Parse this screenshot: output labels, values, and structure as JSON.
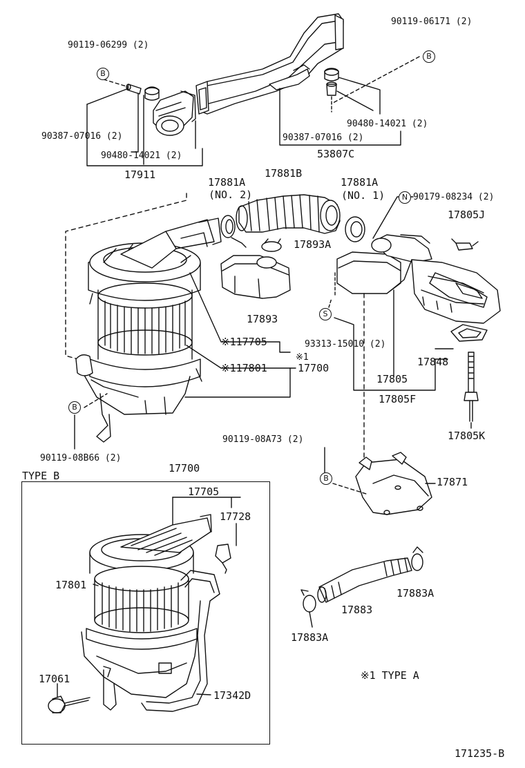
{
  "callouts": {
    "p90119_06299": "90119-06299 (2)",
    "p90387_07016_l": "90387-07016 (2)",
    "p90480_14021_l": "90480-14021 (2)",
    "p17911": "17911",
    "p90119_06171": "90119-06171 (2)",
    "p90480_14021_r": "90480-14021 (2)",
    "p90387_07016_r": "90387-07016 (2)",
    "p53807C": "53807C",
    "p17881A_no2_a": "17881A",
    "p17881A_no2_b": "(NO. 2)",
    "p17881B": "17881B",
    "p17881A_no1_a": "17881A",
    "p17881A_no1_b": "(NO. 1)",
    "p90179_08234": "90179-08234 (2)",
    "p17805J": "17805J",
    "p17893A": "17893A",
    "p17893": "17893",
    "p117705": "※117705",
    "p117801": "※117801",
    "p_ref1": "※1",
    "p17700": "17700",
    "p93313_15010": "93313-15010 (2)",
    "p17848": "17848",
    "p17805": "17805",
    "p17805F": "17805F",
    "p17805K": "17805K",
    "p90119_08B66": "90119-08B66 (2)",
    "p90119_08A73": "90119-08A73 (2)",
    "p17871": "17871",
    "p17700_b": "17700",
    "type_b": "TYPE  B",
    "p17705_b": "17705",
    "p17728": "17728",
    "p17801_b": "17801",
    "p17061": "17061",
    "p17342D": "17342D",
    "p17883A_r": "17883A",
    "p17883": "17883",
    "p17883A_l": "17883A",
    "note_type_a": "※1   TYPE  A",
    "drawing_no": "171235-B"
  },
  "badges": {
    "b1": "B",
    "b2": "B",
    "b3": "B",
    "b4": "B",
    "n": "N",
    "s": "S"
  }
}
